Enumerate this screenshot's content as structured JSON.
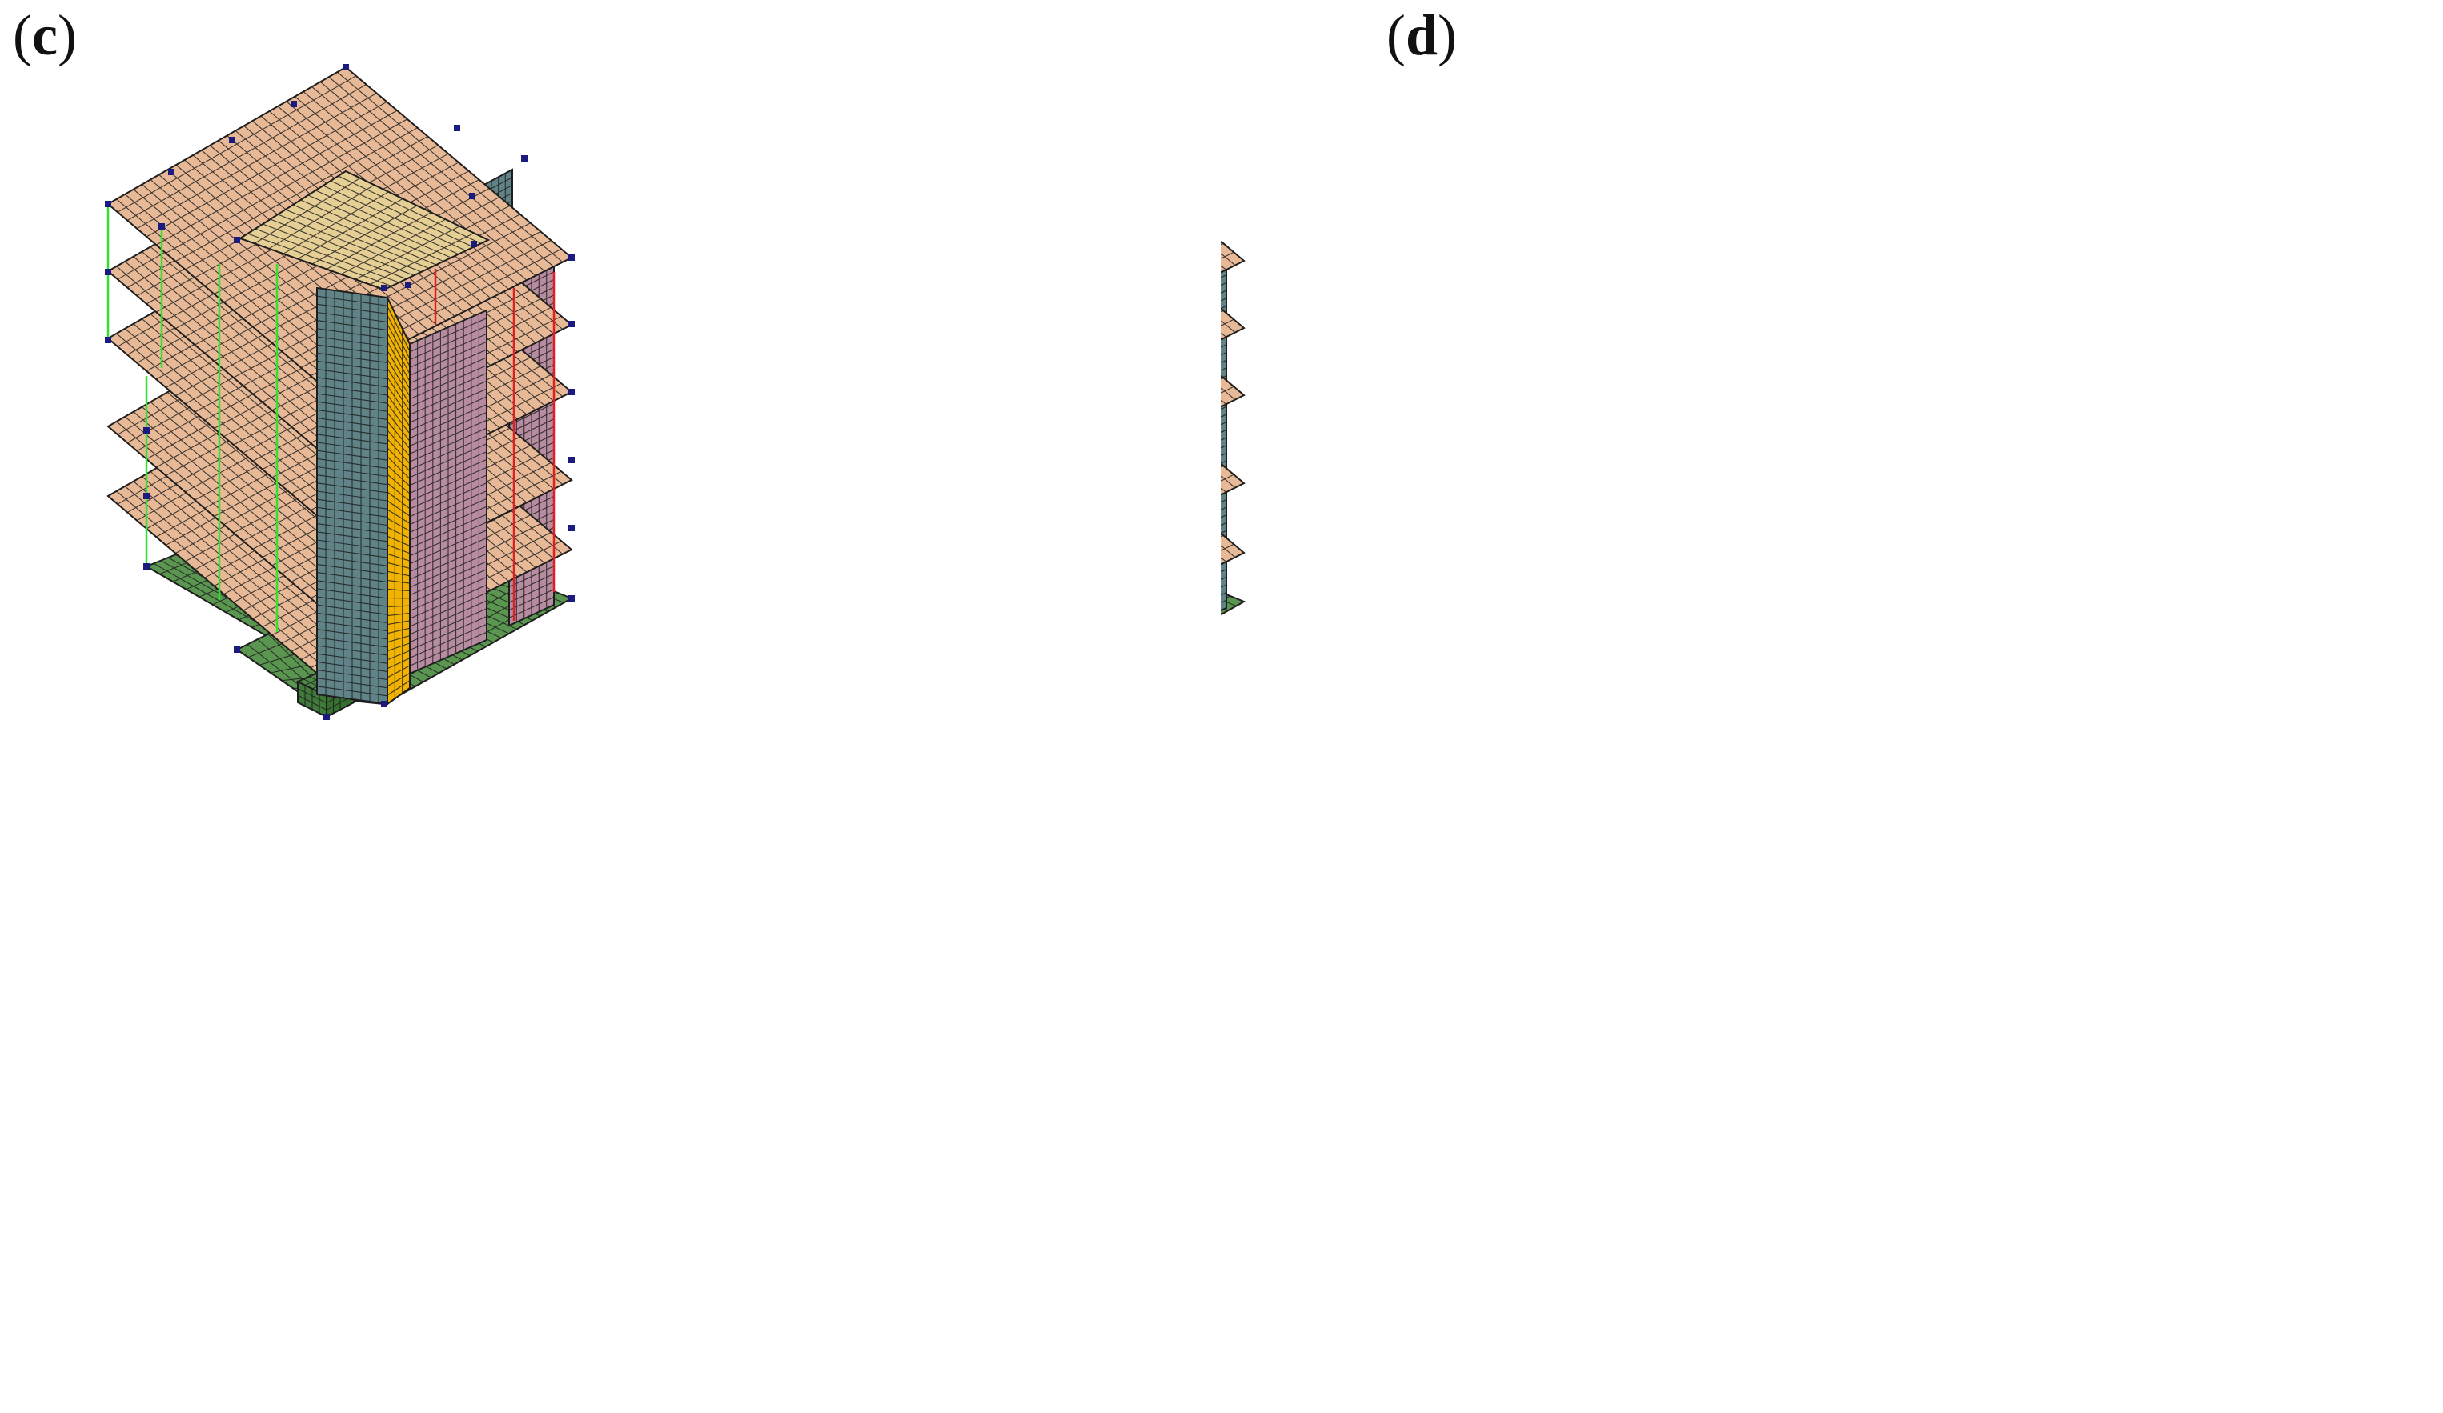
{
  "panels": [
    {
      "id": "c",
      "label_open": "(",
      "label_letter": "c",
      "label_close": ")"
    },
    {
      "id": "d",
      "label_open": "(",
      "label_letter": "d",
      "label_close": ")"
    }
  ],
  "colors": {
    "slab": "#e8b996",
    "slab_roof_core": "#e6cf95",
    "shear_wall": "#5f8386",
    "stair_wall": "#f1b300",
    "infill_wall_pink": "#b88ca0",
    "ground_slab": "#5b9651",
    "column_green": "#33e133",
    "column_red": "#e02020",
    "node_marker": "#1a1a80",
    "mesh_line": "#1e1e1e"
  },
  "model": {
    "storeys": 5,
    "panel_c_has_nodes_and_pink_infill": true,
    "panel_d_has_nodes_and_pink_infill": false
  }
}
